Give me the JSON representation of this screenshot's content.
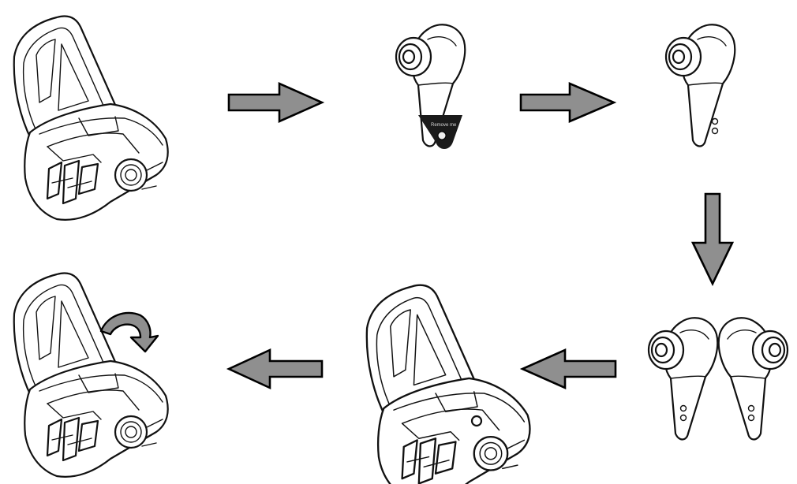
{
  "diagram": {
    "steps": [
      {
        "id": 1,
        "name": "open-case"
      },
      {
        "id": 2,
        "name": "earbud-with-tab"
      },
      {
        "id": 3,
        "name": "earbud-tab-removed"
      },
      {
        "id": 4,
        "name": "both-earbuds"
      },
      {
        "id": 5,
        "name": "earbuds-in-case"
      },
      {
        "id": 6,
        "name": "close-case"
      }
    ],
    "tab_label": "Remove me",
    "colors": {
      "arrow_fill": "#8f8f8f",
      "line": "#111111",
      "tab": "#1a1a1a"
    },
    "icons": [
      "right-arrow-icon",
      "down-arrow-icon",
      "left-arrow-icon",
      "curved-rotate-arrow-icon"
    ]
  }
}
